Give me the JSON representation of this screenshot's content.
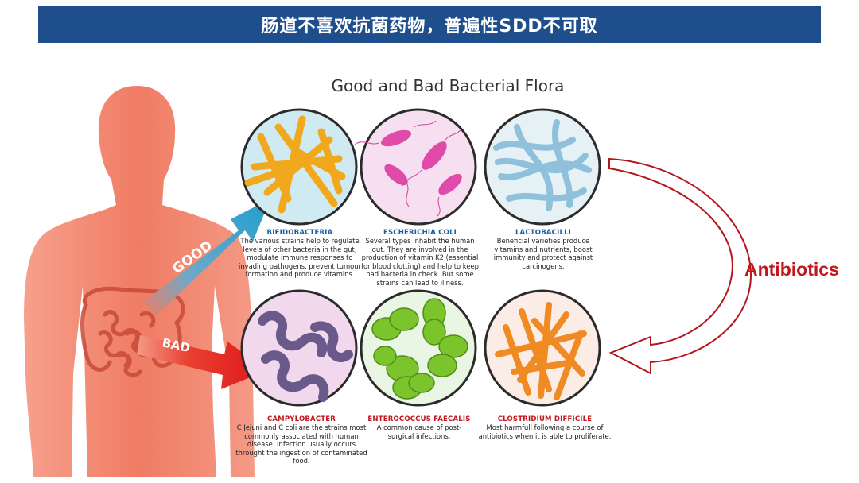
{
  "header": {
    "title": "肠道不喜欢抗菌药物，普遍性SDD不可取"
  },
  "diagram": {
    "title": "Good and Bad Bacterial Flora",
    "good_label": "GOOD",
    "bad_label": "BAD",
    "antibiotics_label": "Antibiotics",
    "bacteria": [
      {
        "name": "BIFIDOBACTERIA",
        "description": "The various strains help to regulate levels of other bacteria in the gut, modulate immune responses to invading pathogens, prevent tumour formation and produce vitamins."
      },
      {
        "name": "ESCHERICHIA COLI",
        "description": "Several types inhabit the human gut. They are involved in the production of vitamin K2 (essential for blood clotting) and help to keep bad bacteria in check. But some strains can lead to illness."
      },
      {
        "name": "LACTOBACILLI",
        "description": "Beneficial varieties produce vitamins and nutrients, boost immunity and protect against carcinogens."
      },
      {
        "name": "CAMPYLOBACTER",
        "description": "C Jejuni and C coli are the strains most commonly associated with human disease. Infection usually occurs throught the ingestion of contaminated food."
      },
      {
        "name": "ENTEROCOCCUS FAECALIS",
        "description": "A common cause of post-surgical infections."
      },
      {
        "name": "CLOSTRIDIUM DIFFICILE",
        "description": "Most harmfull following a course of antibiotics when it is able to proliferate."
      }
    ]
  },
  "colors": {
    "banner": "#1f4e8c",
    "good": "#1b5e9e",
    "bad": "#c0161c",
    "body": "#f2826a"
  }
}
